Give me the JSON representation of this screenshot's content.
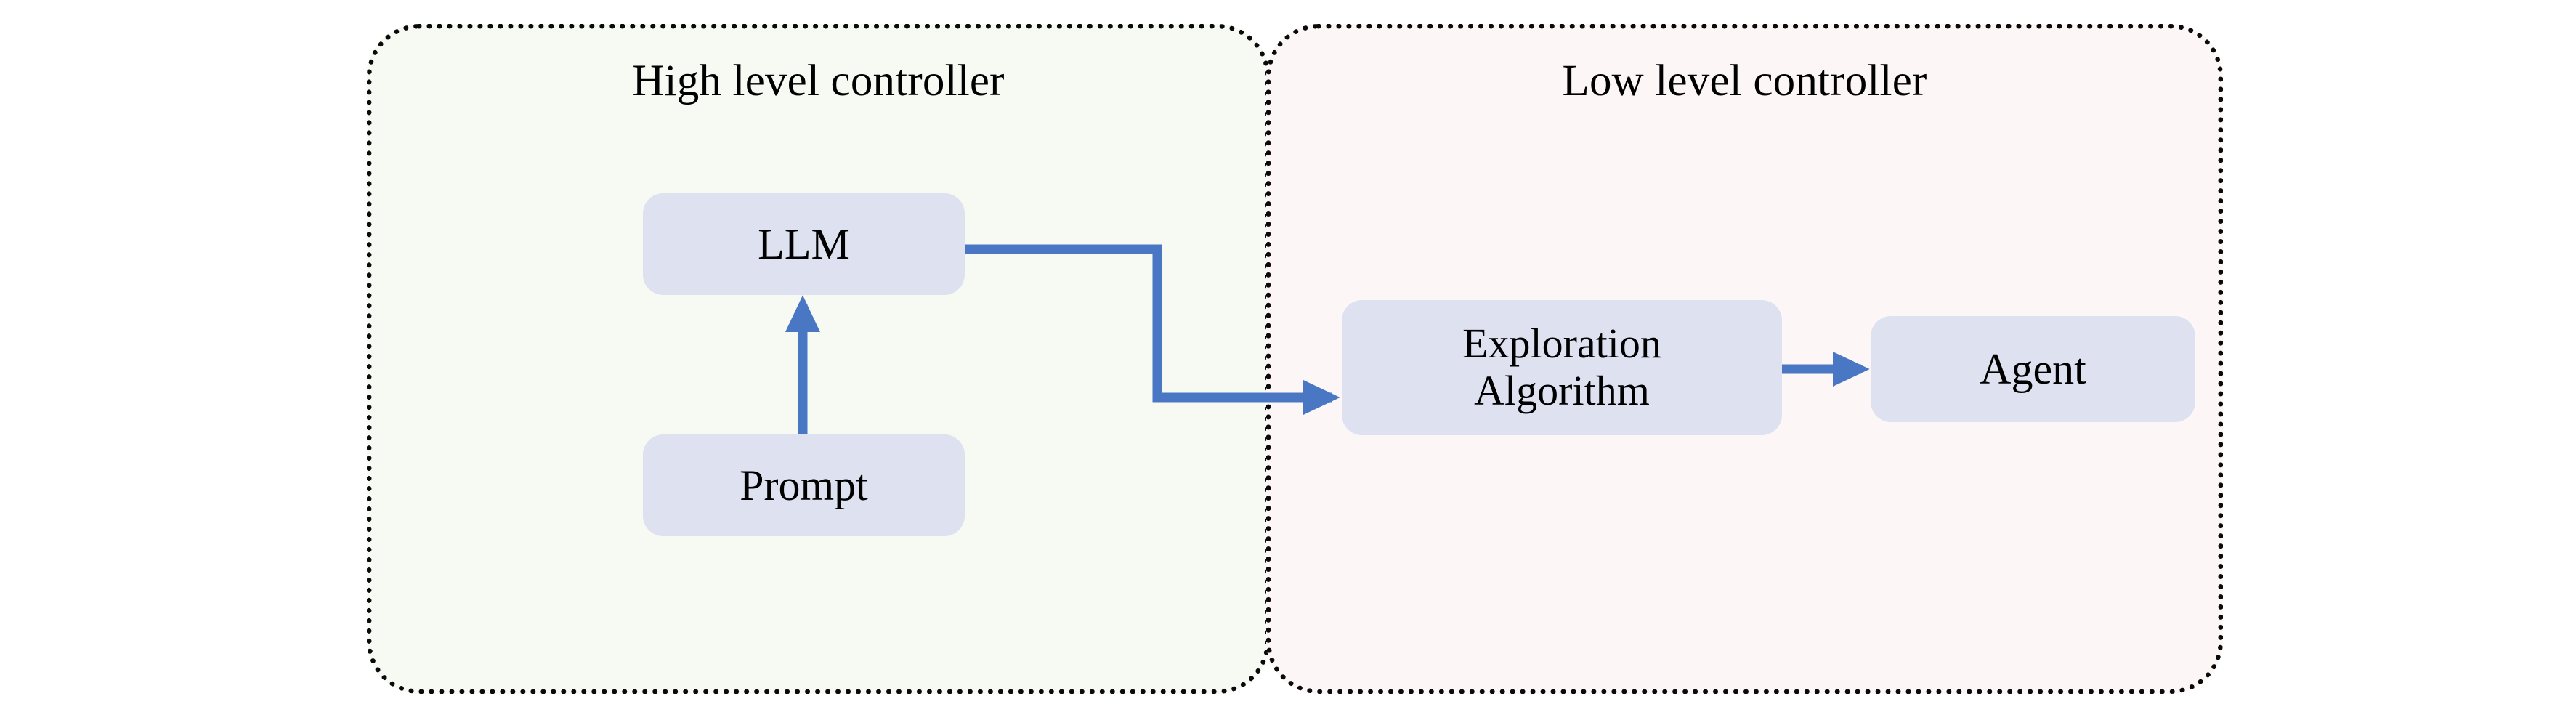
{
  "diagram": {
    "title": "",
    "accent_color": "#4a77c4",
    "node_fill": "#dde1f0",
    "panels": [
      {
        "id": "high-level",
        "title": "High level controller",
        "background": "#f7faf2",
        "border_style": "dotted",
        "border_color": "#0a0a0a"
      },
      {
        "id": "low-level",
        "title": "Low level controller",
        "background": "#fdf6f7",
        "border_style": "dotted",
        "border_color": "#0a0a0a"
      }
    ],
    "nodes": [
      {
        "id": "llm",
        "label": "LLM",
        "panel": "high-level"
      },
      {
        "id": "prompt",
        "label": "Prompt",
        "panel": "high-level"
      },
      {
        "id": "exploration",
        "label": "Exploration Algorithm",
        "line1": "Exploration",
        "line2": "Algorithm",
        "panel": "low-level"
      },
      {
        "id": "agent",
        "label": "Agent",
        "panel": "low-level"
      }
    ],
    "edges": [
      {
        "id": "prompt-to-llm",
        "from": "prompt",
        "to": "llm",
        "label": "",
        "style": "straight-up",
        "color": "#4a77c4"
      },
      {
        "id": "llm-to-exploration",
        "from": "llm",
        "to": "exploration",
        "label": "",
        "style": "stepped",
        "color": "#4a77c4"
      },
      {
        "id": "exploration-to-agent",
        "from": "exploration",
        "to": "agent",
        "label": "",
        "style": "straight-right",
        "color": "#4a77c4"
      }
    ]
  }
}
